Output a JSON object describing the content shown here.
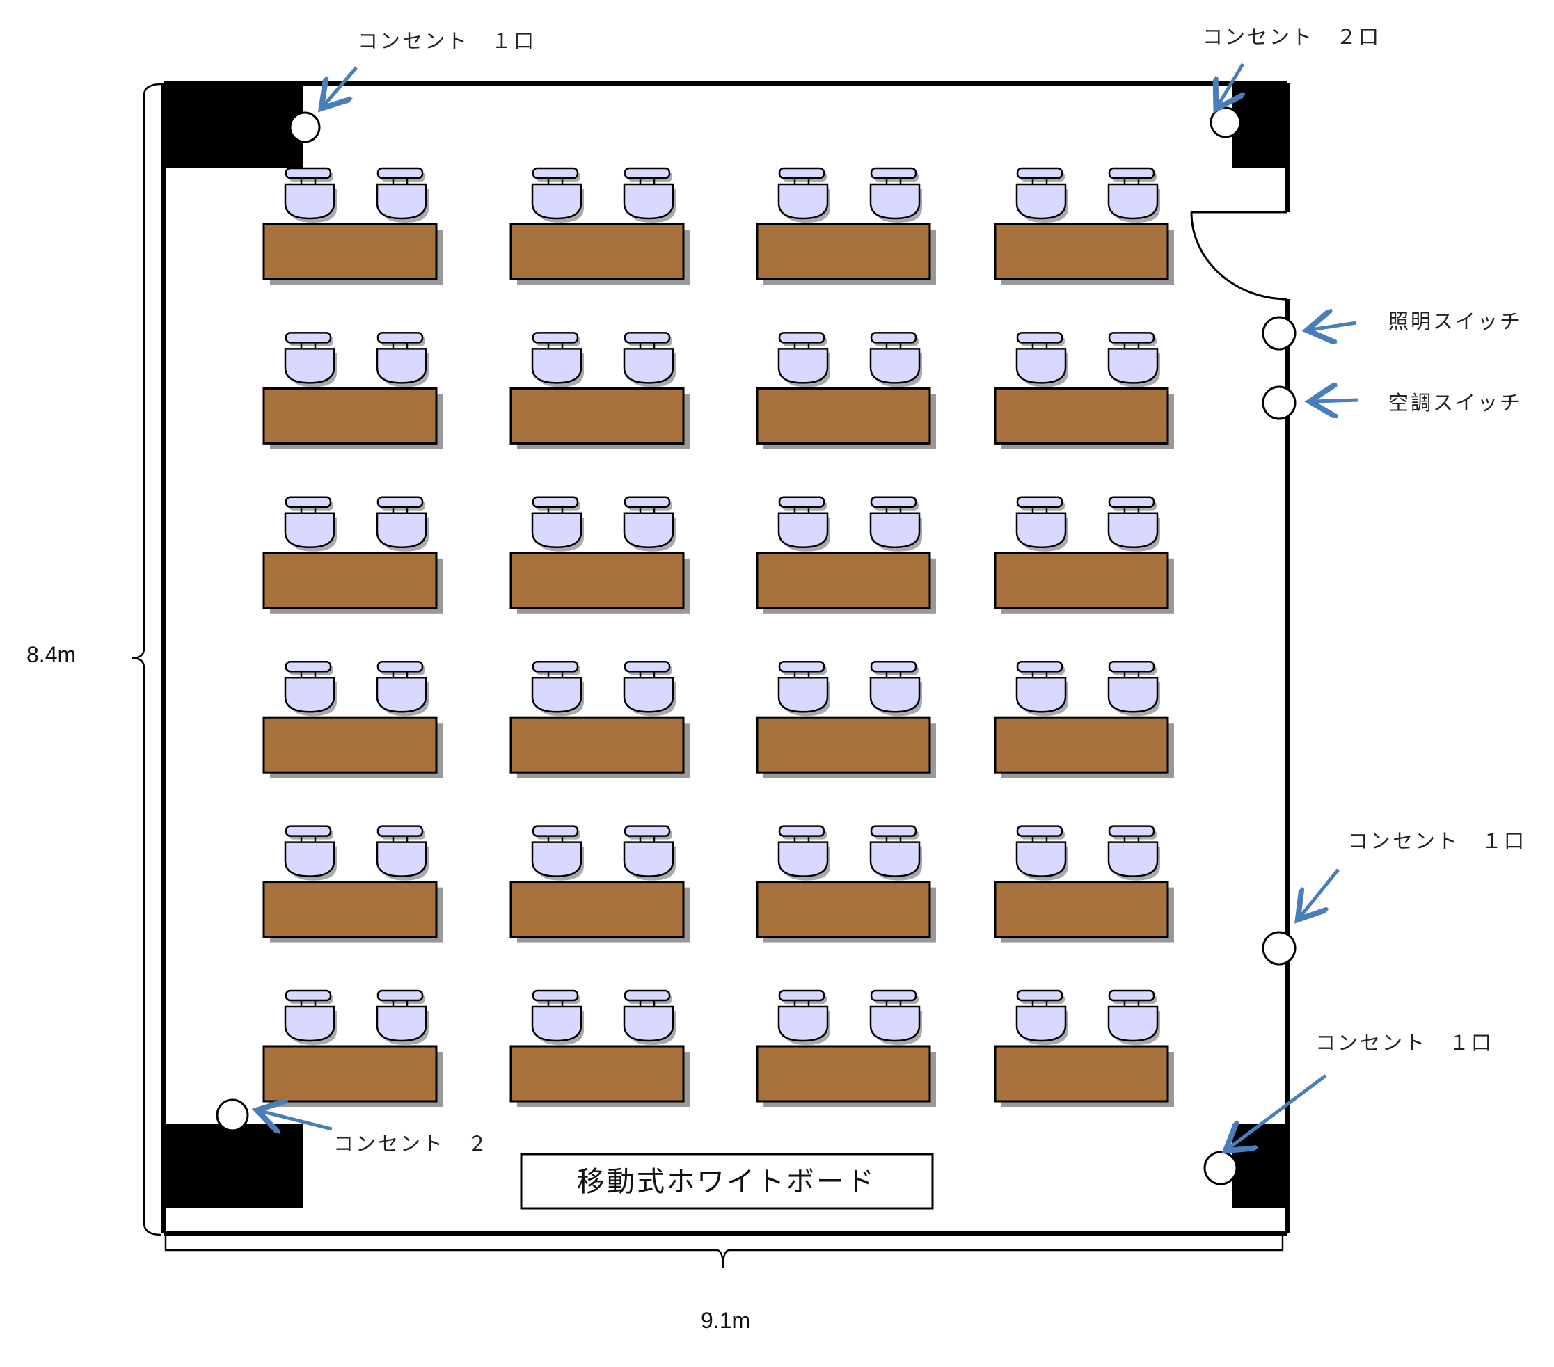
{
  "labels": {
    "outlet_top_left": "コンセント　１口",
    "outlet_top_right": "コンセント　２口",
    "light_switch": "照明スイッチ",
    "ac_switch": "空調スイッチ",
    "outlet_right_mid": "コンセント　１口",
    "outlet_right_bottom": "コンセント　１口",
    "outlet_bottom_left": "コンセント　２",
    "whiteboard": "移動式ホワイトボード"
  },
  "dimensions": {
    "height": "8.4m",
    "width": "9.1m"
  },
  "layout_info": {
    "desk_rows": 6,
    "desk_columns": 4,
    "chairs_per_desk": 2
  },
  "colors": {
    "desk": "#A8723C",
    "chair": "#D9D9FF",
    "arrow": "#4A7EBB",
    "wall": "#000000"
  }
}
